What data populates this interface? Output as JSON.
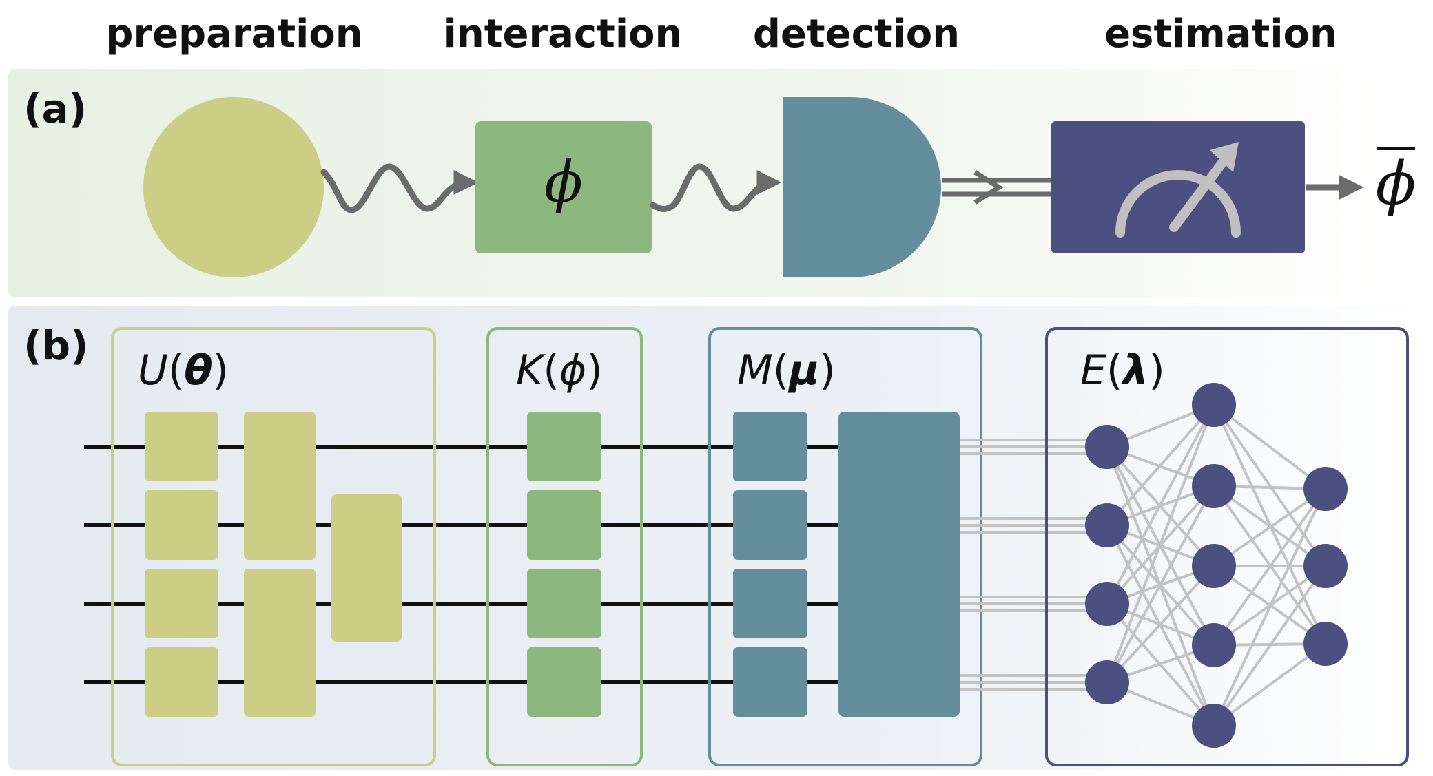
{
  "headers": {
    "preparation": "preparation",
    "interaction": "interaction",
    "detection": "detection",
    "estimation": "estimation"
  },
  "panel_a": {
    "label": "(a)",
    "interaction_symbol": "ϕ",
    "output_symbol": "ϕ"
  },
  "panel_b": {
    "label": "(b)",
    "preparation_box": {
      "name": "U",
      "arg": "θ",
      "open": "(",
      "close": ")"
    },
    "interaction_box": {
      "name": "K",
      "arg": "ϕ",
      "open": "(",
      "close": ")"
    },
    "detection_box": {
      "name": "M",
      "arg": "μ",
      "open": "(",
      "close": ")"
    },
    "estimation_box": {
      "name": "E",
      "arg": "λ",
      "open": "(",
      "close": ")"
    },
    "wires": 4,
    "network_layers": [
      4,
      5,
      3
    ]
  },
  "colors": {
    "preparation": "#cbcf85",
    "interaction": "#8cb87f",
    "detection": "#648e9c",
    "estimation": "#4b5080",
    "arrow": "#6b6b6b",
    "network_edge": "#c3c3c3",
    "panel_a_bg": "#eef4ea",
    "panel_b_bg": "#e9edf1"
  }
}
